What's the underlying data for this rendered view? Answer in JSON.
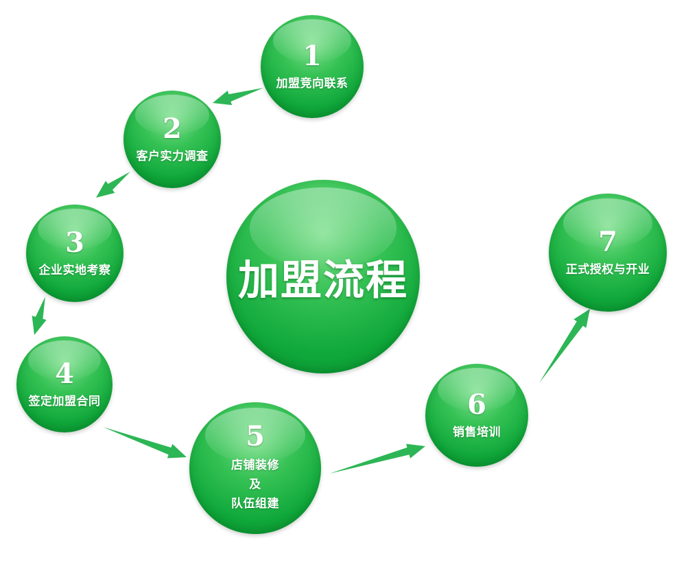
{
  "title": "加盟流程",
  "steps": [
    {
      "number": "1",
      "label": "加盟竞向联系"
    },
    {
      "number": "2",
      "label": "客户实力调查"
    },
    {
      "number": "3",
      "label": "企业实地考察"
    },
    {
      "number": "4",
      "label": "签定加盟合同"
    },
    {
      "number": "5",
      "label_lines": [
        "店铺装修",
        "及",
        "队伍组建"
      ]
    },
    {
      "number": "6",
      "label": "销售培训"
    },
    {
      "number": "7",
      "label": "正式授权与开业"
    }
  ],
  "colors": {
    "node_green": "#1db148",
    "arrow_green": "#22b24c",
    "text": "#ffffff",
    "background": "#ffffff"
  }
}
